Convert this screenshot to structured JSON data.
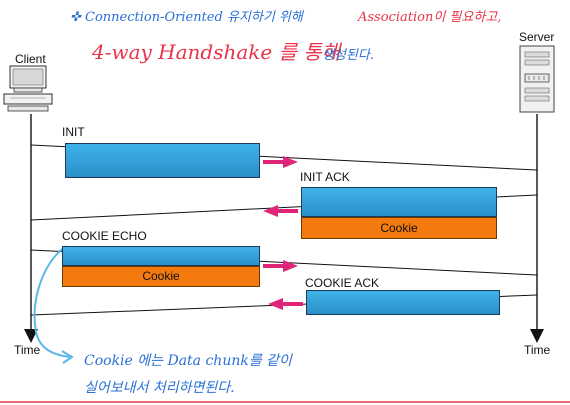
{
  "annotations": {
    "top_line1_blue": "✜ Connection-Oriented 유지하기 위해",
    "top_line1_red": "Association이 필요하고,",
    "top_line2_red": "4-way Handshake 를 통해",
    "top_line2_blue": "생성된다.",
    "bottom_line1": "Cookie 에는 Data chunk를 같이",
    "bottom_line2": "실어보내서 처리하면된다."
  },
  "endpoints": {
    "client": "Client",
    "server": "Server",
    "time_left": "Time",
    "time_right": "Time"
  },
  "messages": {
    "init": "INIT",
    "init_ack": "INIT ACK",
    "cookie_in_init_ack": "Cookie",
    "cookie_echo": "COOKIE ECHO",
    "cookie_in_cookie_echo": "Cookie",
    "cookie_ack": "COOKIE ACK"
  },
  "colors": {
    "packet_blue": "#2a9ad6",
    "cookie_orange": "#f47a10",
    "arrow_magenta": "#e0247a",
    "annotation_blue": "#2a6fd6",
    "annotation_red": "#e8334a",
    "note_cyan": "#5ab8e8"
  }
}
